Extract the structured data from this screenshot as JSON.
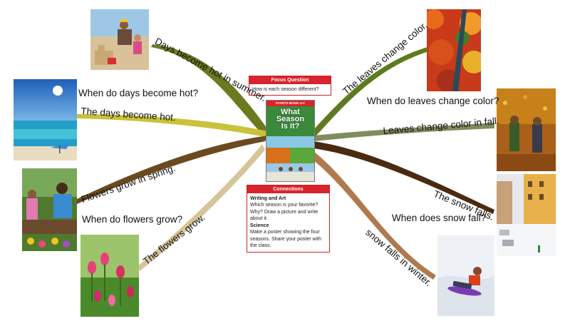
{
  "center": {
    "focus_title": "Focus Question",
    "focus_text": "How is each season different?",
    "book_series": "STARTS·BOOK·4·C",
    "book_title_line1": "What",
    "book_title_line2": "Season",
    "book_title_line3": "Is It?",
    "connections_title": "Connections",
    "writing_heading": "Writing and Art",
    "writing_text": "Which season is your favorite? Why? Draw a picture and write about it.",
    "science_heading": "Science",
    "science_text": "Make a poster showing the four seasons. Share your poster with the class."
  },
  "branches": [
    {
      "id": "summer-top",
      "label": "Days become hot in summer.",
      "color": "#6b7a1e"
    },
    {
      "id": "summer-bottom",
      "label": "The days become hot.",
      "color": "#c9c23a"
    },
    {
      "id": "spring-top",
      "label": "Flowers grow in spring.",
      "color": "#6a4a1e"
    },
    {
      "id": "spring-bottom",
      "label": "The flowers grow.",
      "color": "#d6c49a"
    },
    {
      "id": "fall-top",
      "label": "The leaves change color.",
      "color": "#5e7a1e"
    },
    {
      "id": "fall-bottom",
      "label": "Leaves change color in fall.",
      "color": "#7f8c5e"
    },
    {
      "id": "winter-top",
      "label": "The snow falls.",
      "color": "#4a2a10"
    },
    {
      "id": "winter-bottom",
      "label": "snow falls in winter.",
      "color": "#b07a4e"
    }
  ],
  "questions": {
    "summer": "When do days become hot?",
    "spring": "When do flowers grow?",
    "fall": "When do leaves change color?",
    "winter": "When does snow fall?"
  },
  "photos": {
    "summer_beach_family": "beach-sandcastle-photo",
    "summer_ocean": "ocean-beach-photo",
    "spring_garden": "garden-planting-photo",
    "spring_tulips": "tulips-photo",
    "fall_forest": "autumn-forest-photo",
    "fall_leaves": "leaves-falling-photo",
    "winter_street": "snowy-street-photo",
    "winter_sled": "sledding-photo"
  }
}
